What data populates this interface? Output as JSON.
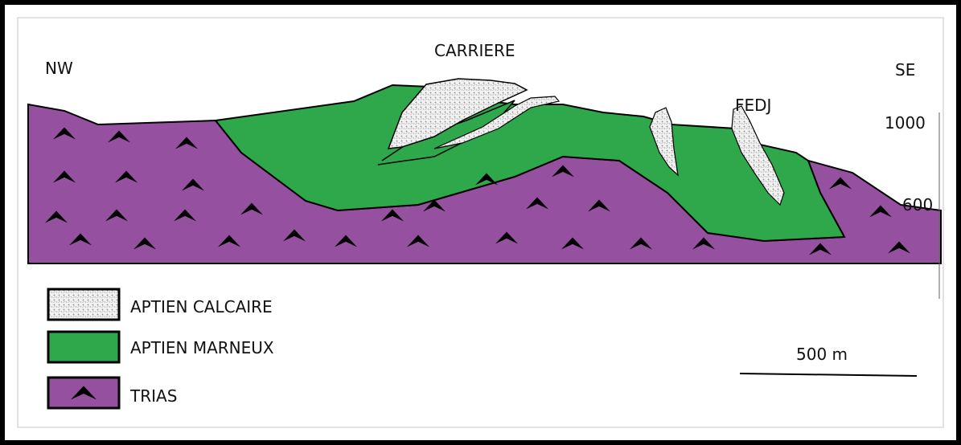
{
  "labels": {
    "nw": "NW",
    "se": "SE",
    "carriere": "CARRIERE",
    "fedj": "FEDJ",
    "elev_1000": "1000",
    "elev_600": "600"
  },
  "legend": {
    "items": [
      {
        "label": "APTIEN CALCAIRE",
        "color": "#e6e6e6"
      },
      {
        "label": "APTIEN MARNEUX",
        "color": "#2ea84b"
      },
      {
        "label": "TRIAS",
        "color": "#9650a0"
      }
    ]
  },
  "scale_bar": {
    "label": "500 m"
  },
  "colors": {
    "trias": "#9650a0",
    "marneux": "#2ea84b",
    "calcaire": "#e6e6e6",
    "outline": "#000000"
  }
}
